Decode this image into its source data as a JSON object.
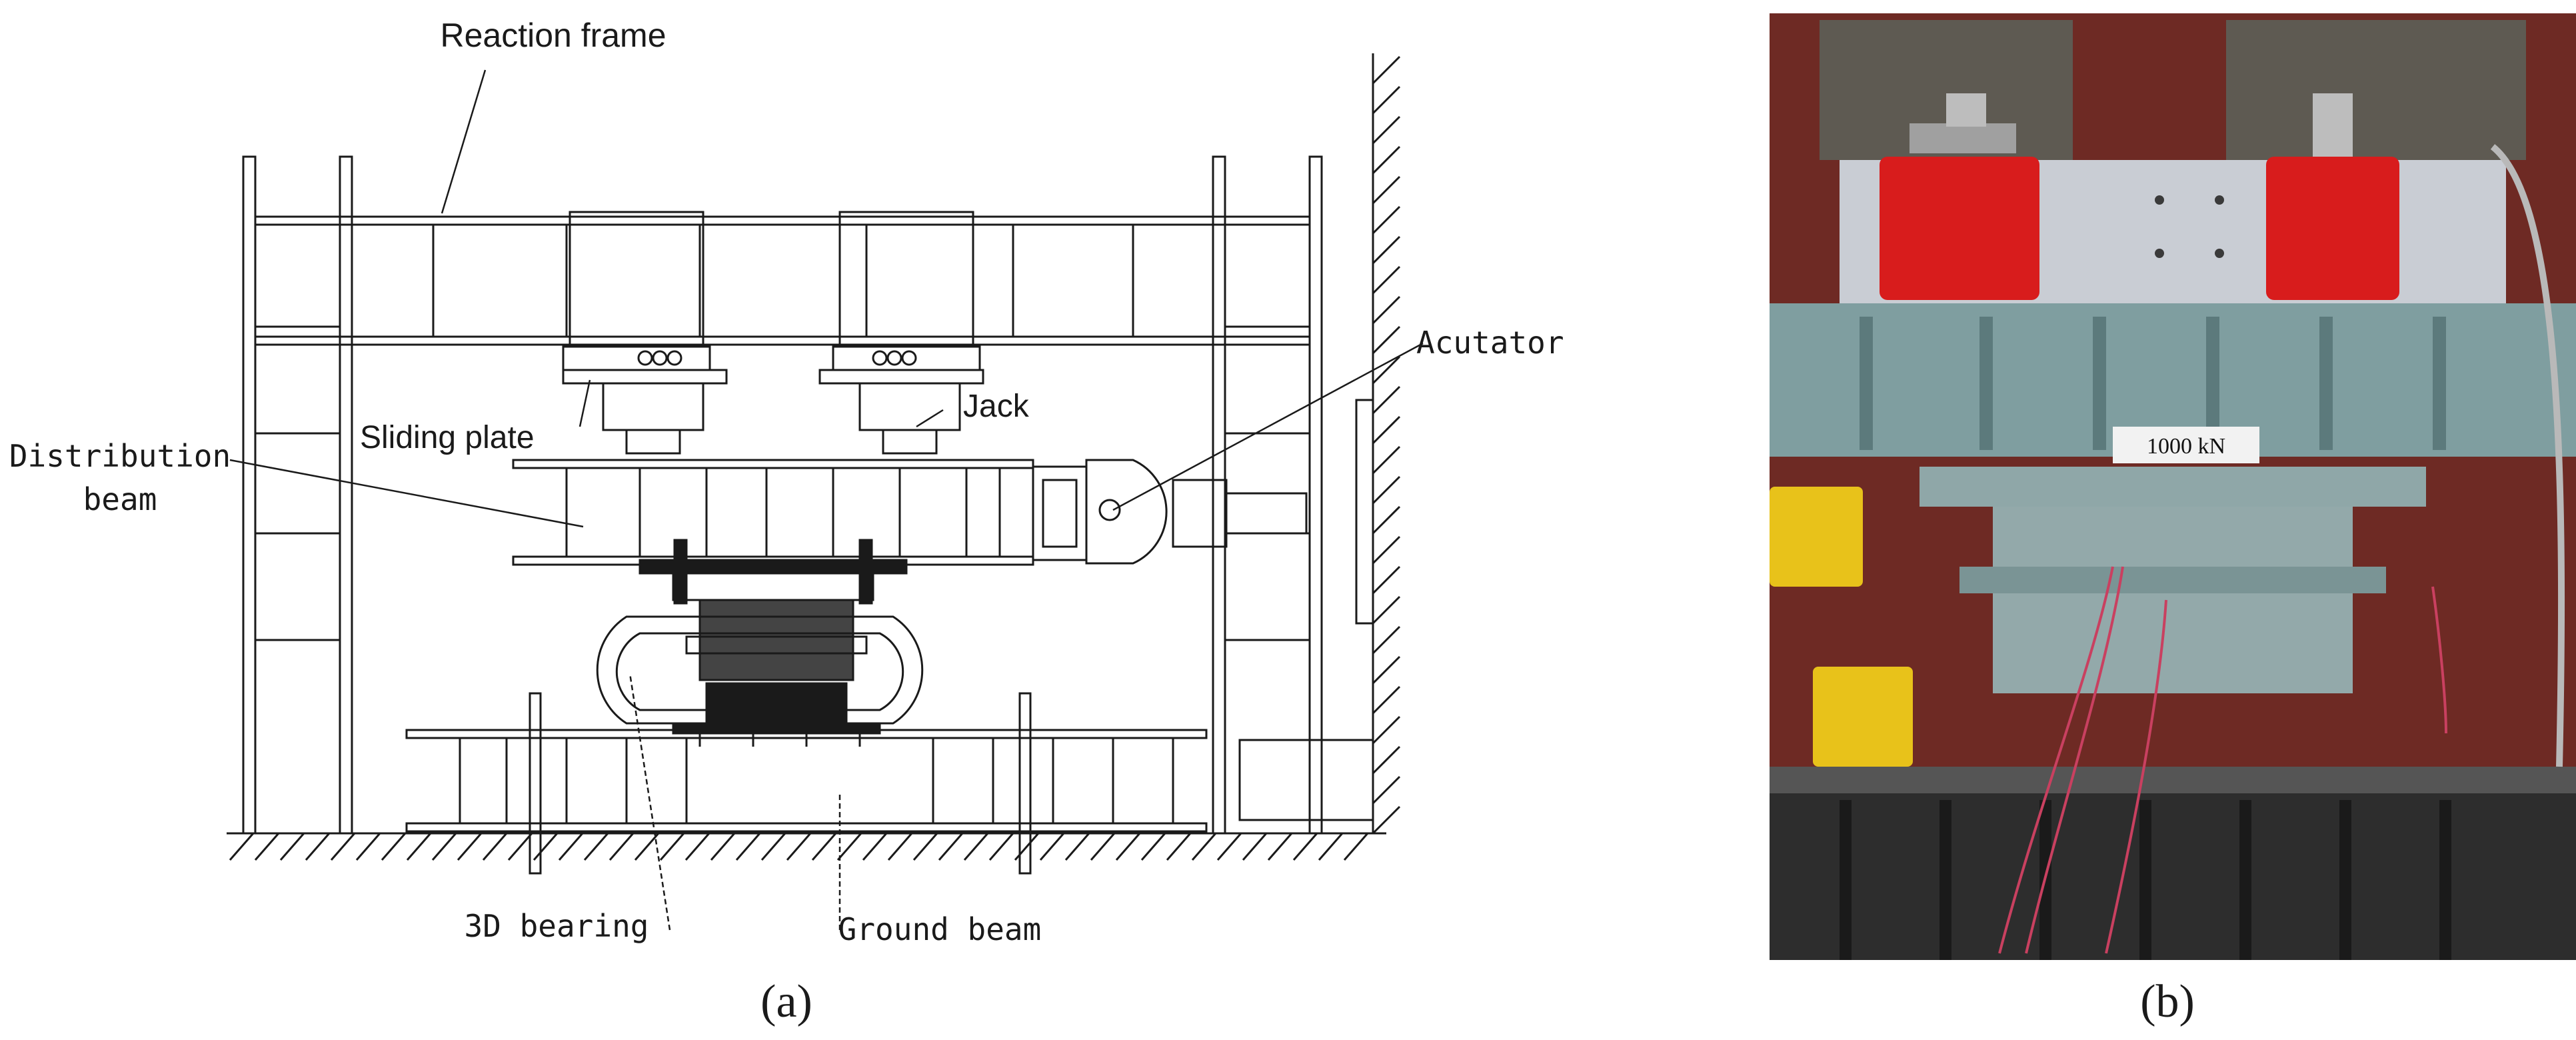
{
  "panel_a": {
    "caption": "(a)",
    "labels": {
      "reaction_frame": "Reaction frame",
      "sliding_plate": "Sliding plate",
      "jack": "Jack",
      "actuator": "Acutator",
      "distribution_beam_line1": "Distribution",
      "distribution_beam_line2": "beam",
      "bearing_3d": "3D bearing",
      "ground_beam": "Ground beam"
    }
  },
  "panel_b": {
    "caption": "(b)",
    "load_cell_label": "1000 kN"
  },
  "colors": {
    "line": "#1a1a1a",
    "jack_red": "#d81c1c",
    "steel_teal": "#7f9ea0",
    "frame_maroon": "#7a2a24",
    "cylinder_yellow": "#e8c21a"
  }
}
